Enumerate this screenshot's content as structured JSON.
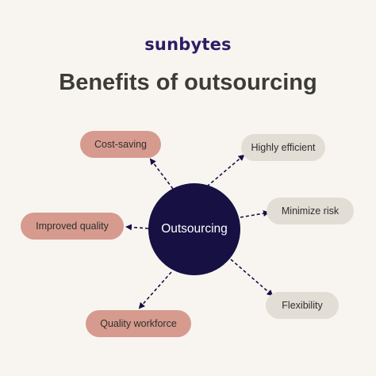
{
  "brand": {
    "logo_text": "sunbytes",
    "logo_color": "#2b1d63"
  },
  "title": "Benefits of outsourcing",
  "diagram": {
    "center": {
      "label": "Outsourcing",
      "color": "#161142"
    },
    "nodes": [
      {
        "id": "cost-saving",
        "label": "Cost-saving",
        "color": "#d69b8e"
      },
      {
        "id": "improved-quality",
        "label": "Improved quality",
        "color": "#d69b8e"
      },
      {
        "id": "quality-workforce",
        "label": "Quality workforce",
        "color": "#d69b8e"
      },
      {
        "id": "highly-efficient",
        "label": "Highly efficient",
        "color": "#e2ddd5"
      },
      {
        "id": "minimize-risk",
        "label": "Minimize risk",
        "color": "#e2ddd5"
      },
      {
        "id": "flexibility",
        "label": "Flexibility",
        "color": "#e2ddd5"
      }
    ],
    "connector_style": "dashed-arrow",
    "connector_color": "#161142",
    "background": "#f8f5f1"
  }
}
